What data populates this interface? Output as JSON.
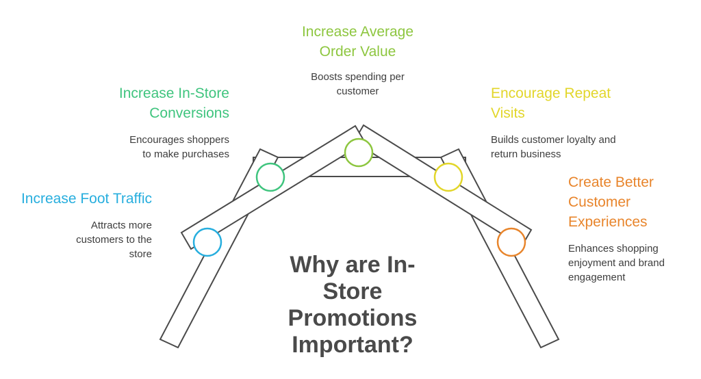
{
  "main_title": "Why are In-Store Promotions Important?",
  "items": [
    {
      "title": "Increase Foot Traffic",
      "description": "Attracts more customers to the store",
      "color": "#27AEDE"
    },
    {
      "title": "Increase In-Store Conversions",
      "description": "Encourages shoppers to make purchases",
      "color": "#3FC47E"
    },
    {
      "title": "Increase Average Order Value",
      "description": "Boosts spending per customer",
      "color": "#8DC63F"
    },
    {
      "title": "Encourage Repeat Visits",
      "description": "Builds customer loyalty and return business",
      "color": "#E2D62A"
    },
    {
      "title": "Create Better Customer Experiences",
      "description": "Enhances shopping enjoyment and brand engagement",
      "color": "#E8852C"
    }
  ],
  "colors": {
    "outline": "#4a4a4a",
    "main_title": "#4a4a4a",
    "description": "#3d3d3d"
  }
}
